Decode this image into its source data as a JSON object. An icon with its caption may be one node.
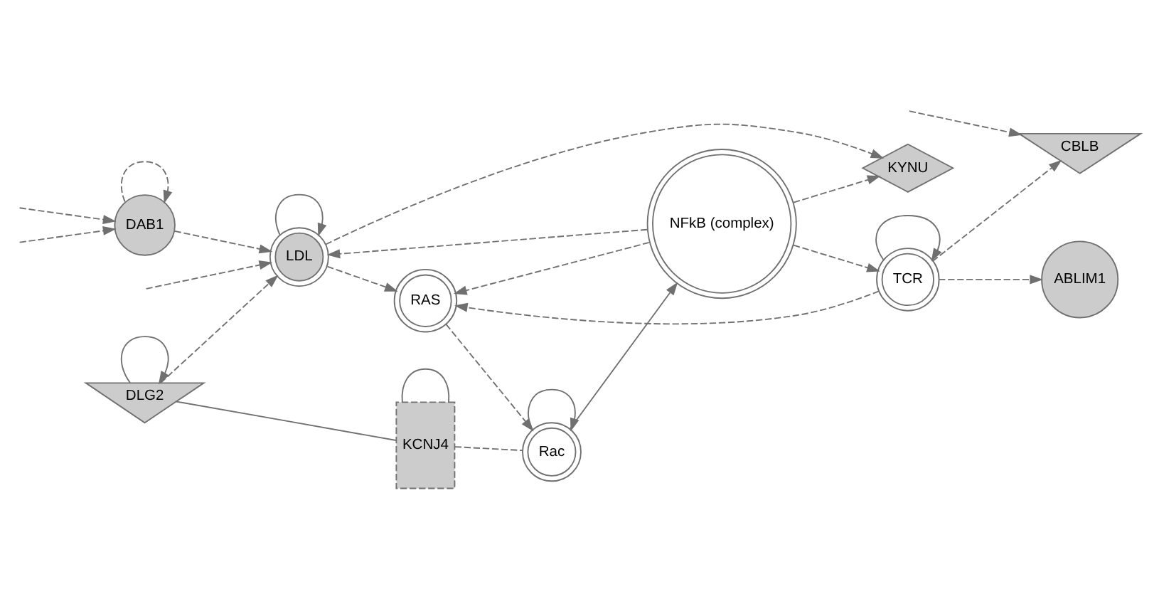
{
  "diagram": {
    "nodes": [
      {
        "text": [
          "DAB1"
        ]
      },
      {
        "text": [
          "LDL"
        ]
      },
      {
        "text": [
          "NFkB (complex)"
        ]
      },
      {
        "text": [
          "RAS"
        ]
      },
      {
        "text": [
          "TCR"
        ]
      },
      {
        "text": [
          "CBLB"
        ]
      },
      {
        "text": [
          "KYNU"
        ]
      },
      {
        "text": [
          "Rac"
        ]
      },
      {
        "text": [
          "ABLIM1"
        ]
      },
      {
        "text": [
          "DLG2"
        ]
      },
      {
        "text": [
          "KCNJ4"
        ]
      }
    ],
    "edges": [
      {
        "from": 0,
        "to": 0,
        "arrow": "to",
        "style": "dashed"
      },
      {
        "from": null,
        "to": 0,
        "arrow": "to",
        "style": "dashed"
      },
      {
        "from": null,
        "to": 0,
        "arrow": "to",
        "style": "dashed"
      },
      {
        "from": 0,
        "to": 1,
        "arrow": "to",
        "style": "dashed"
      },
      {
        "from": null,
        "to": 1,
        "arrow": "to",
        "style": "dashed"
      },
      {
        "from": 1,
        "to": 1,
        "arrow": "to"
      },
      {
        "from": 2,
        "to": 1,
        "arrow": "to",
        "style": "dashed"
      },
      {
        "from": 1,
        "to": 3,
        "arrow": "to",
        "style": "dashed"
      },
      {
        "from": 1,
        "to": 6,
        "arrow": "to",
        "style": "dashed"
      },
      {
        "from": 2,
        "to": 6,
        "arrow": "to",
        "style": "dashed"
      },
      {
        "from": 9,
        "to": 1,
        "arrow": "to",
        "style": "dashed"
      },
      {
        "from": 2,
        "to": 3,
        "arrow": "to",
        "style": "dashed"
      },
      {
        "from": 2,
        "to": 4,
        "arrow": "to",
        "style": "dashed"
      },
      {
        "from": 4,
        "to": 4,
        "arrow": "to"
      },
      {
        "from": 4,
        "to": 3,
        "arrow": "to",
        "style": "dashed"
      },
      {
        "from": 4,
        "to": 5,
        "arrow": "to",
        "style": "dashed"
      },
      {
        "from": null,
        "to": 5,
        "arrow": "to",
        "style": "dashed"
      },
      {
        "from": 4,
        "to": 8,
        "arrow": "to",
        "style": "dashed"
      },
      {
        "from": 3,
        "to": 7,
        "arrow": "to",
        "style": "dashed"
      },
      {
        "from": 7,
        "to": 7,
        "arrow": "to"
      },
      {
        "from": 7,
        "to": 2,
        "arrow": "to"
      },
      {
        "from": 10,
        "to": 7,
        "arrow": "none",
        "style": "dashed"
      },
      {
        "from": 10,
        "to": 10,
        "arrow": "none"
      },
      {
        "from": 9,
        "to": 9,
        "arrow": "to"
      },
      {
        "from": 9,
        "to": 10,
        "arrow": "none"
      }
    ]
  }
}
